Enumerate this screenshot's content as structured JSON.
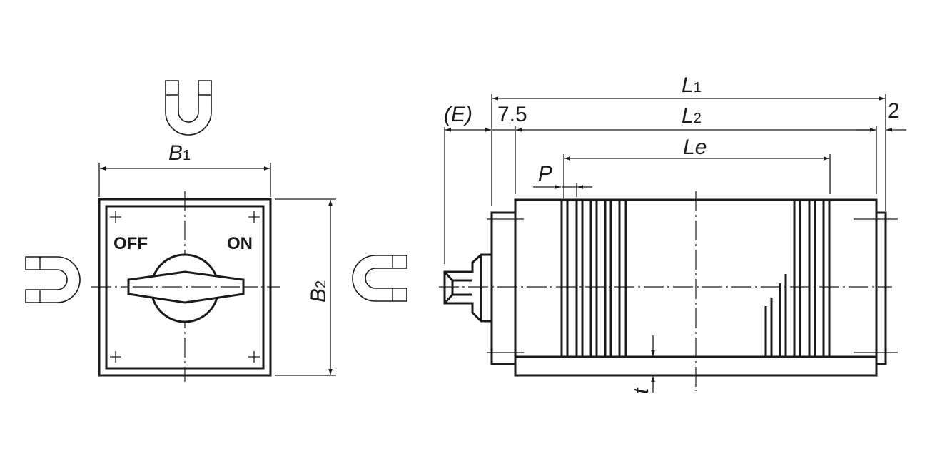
{
  "front_view": {
    "switch_off_label": "OFF",
    "switch_on_label": "ON",
    "dim_width": {
      "symbol": "B",
      "sub": "1"
    },
    "dim_height": {
      "symbol": "B",
      "sub": "2"
    }
  },
  "side_view": {
    "dim_L1": {
      "symbol": "L",
      "sub": "1"
    },
    "dim_L2": {
      "symbol": "L",
      "sub": "2"
    },
    "dim_Le": {
      "symbol": "L",
      "sub": "e"
    },
    "dim_E": "(E)",
    "dim_offset_left": "7.5",
    "dim_offset_right": "2",
    "dim_pitch": "P",
    "dim_thickness": "t"
  },
  "icons": [
    "magnet-icon-top",
    "magnet-icon-left",
    "magnet-icon-right"
  ],
  "colors": {
    "line": "#1a1a1a",
    "background": "#ffffff"
  }
}
